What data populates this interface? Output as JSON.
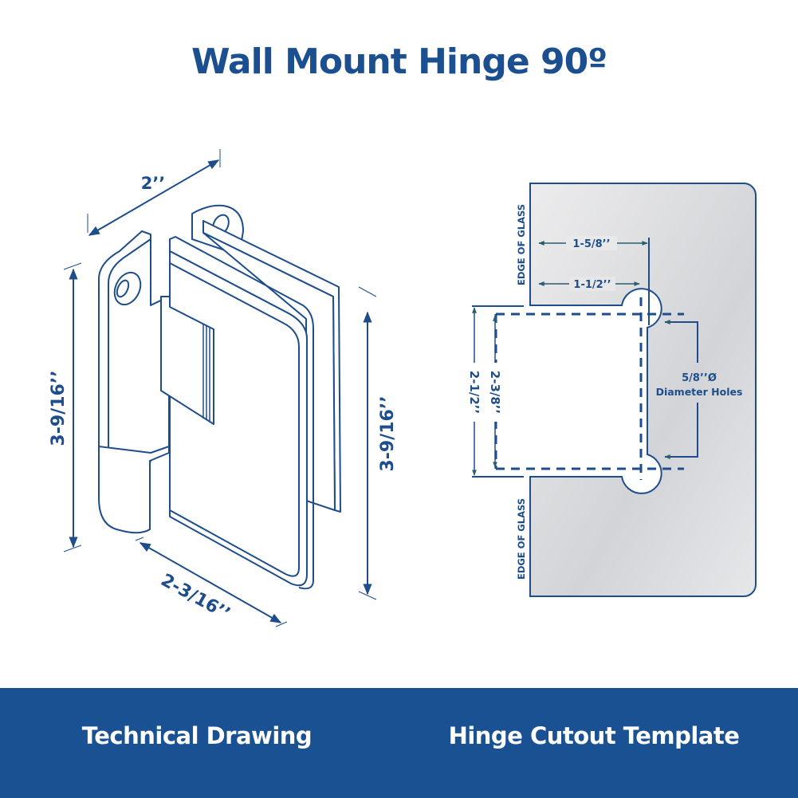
{
  "title": "Wall Mount Hinge 90º",
  "colors": {
    "primary": "#1b4f8f",
    "banner": "#1a5193",
    "glass": "#dcdde0"
  },
  "technical_drawing": {
    "width_label": "2’’",
    "left_height_label": "3-9/16’’",
    "right_height_label": "3-9/16’’",
    "depth_label": "2-3/16’’"
  },
  "cutout_template": {
    "edge_top": "EDGE OF GLASS",
    "edge_bottom": "EDGE OF GLASS",
    "dim_outer_depth": "1-5/8’’",
    "dim_inner_depth": "1-1/2’’",
    "dim_outer_height": "2-1/2’’",
    "dim_inner_height": "2-3/8’’",
    "hole_size": "5/8’’Ø",
    "hole_desc": "Diameter Holes"
  },
  "banner": {
    "left": "Technical Drawing",
    "right": "Hinge Cutout Template"
  }
}
